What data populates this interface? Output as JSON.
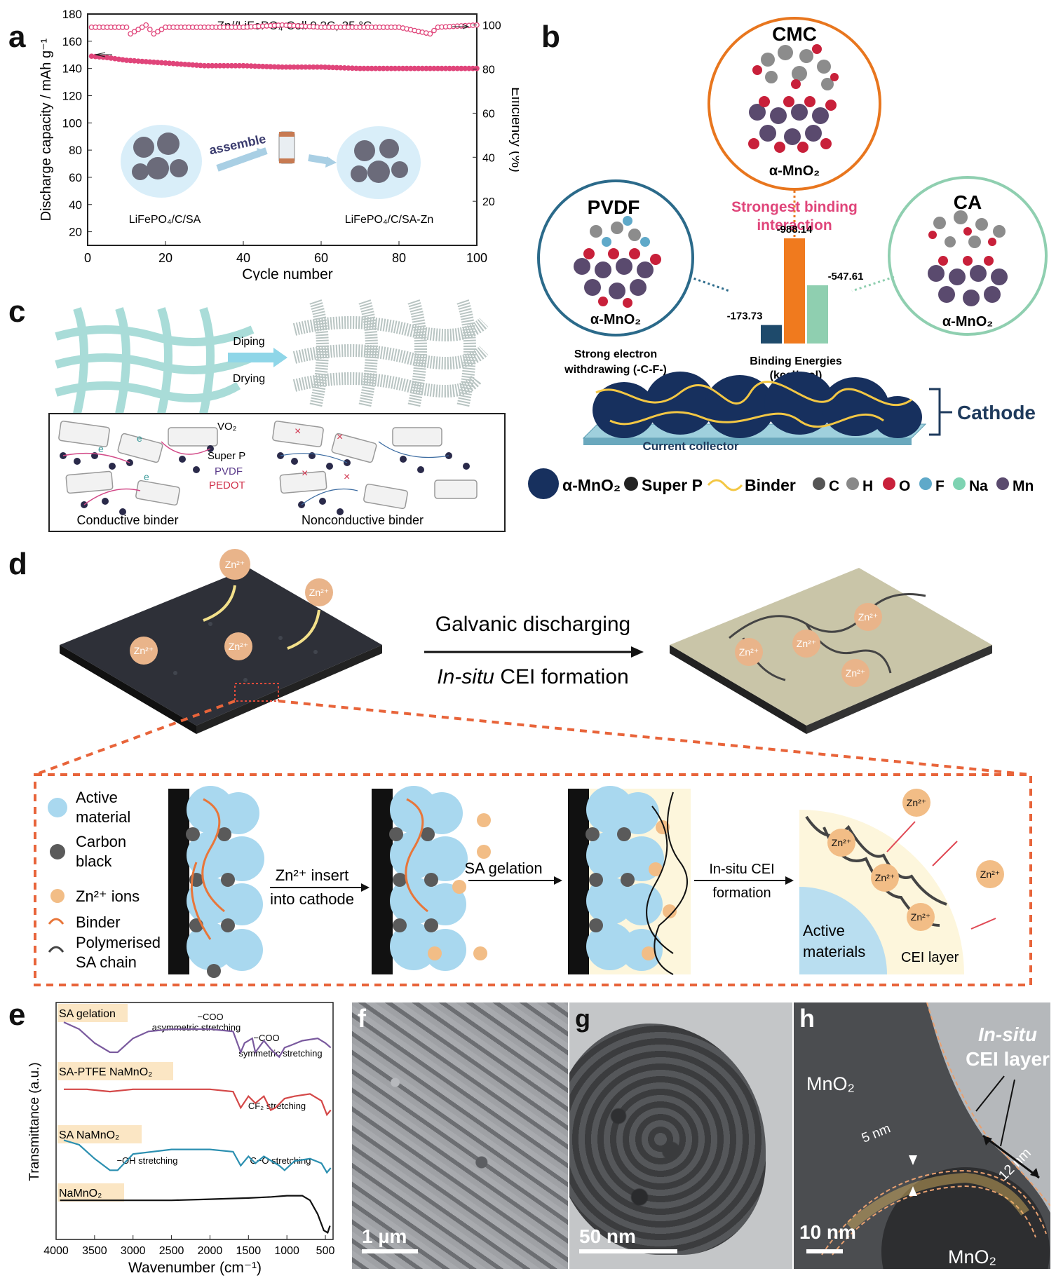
{
  "labels": {
    "a": "a",
    "b": "b",
    "c": "c",
    "d": "d",
    "e": "e",
    "f": "f",
    "g": "g",
    "h": "h"
  },
  "panel_a": {
    "title": "Zn//LiFePO₄ Cell 0.2C, 25 °C",
    "ylabel_left": "Discharge capacity / mAh g⁻¹",
    "ylabel_right": "Efficiency (%)",
    "xlabel": "Cycle number",
    "inset_left": "LiFePO₄/C/SA",
    "inset_right": "LiFePO₄/C/SA-Zn",
    "inset_arrow": "assemble"
  },
  "panel_b": {
    "cmc": "CMC",
    "pvdf": "PVDF",
    "ca": "CA",
    "mno2": "α-MnO₂",
    "binding_title": "Strongest binding interaction",
    "pvdf_note": "Strong electron withdrawing (-C-F-)",
    "binding_label": "Binding Energies (kcal/mol)",
    "cathode": "Cathode",
    "current_collector": "Current collector",
    "legend": [
      "α-MnO₂",
      "Super P",
      "Binder",
      "C",
      "H",
      "O",
      "F",
      "Na",
      "Mn"
    ]
  },
  "panel_c": {
    "step1": "Diping",
    "step2": "Drying",
    "vo2": "VO₂",
    "superp": "Super P",
    "pvdf": "PVDF",
    "pedot": "PEDOT",
    "left": "Conductive binder",
    "right": "Nonconductive binder"
  },
  "panel_d": {
    "arrow_top": "Galvanic discharging",
    "arrow_bottom_italic": "In-situ",
    "arrow_bottom": " CEI formation",
    "zn": "Zn²⁺",
    "legend": [
      "Active material",
      "Carbon black",
      "Zn²⁺ ions",
      "Binder",
      "Polymerised SA chain"
    ],
    "step1": "Zn²⁺ insert into cathode",
    "step2": "SA gelation",
    "step3": "In-situ CEI formation",
    "active": "Active materials",
    "cei": "CEI layer"
  },
  "panel_e": {
    "xlabel": "Wavenumber (cm⁻¹)",
    "ylabel": "Transmittance (a.u.)",
    "series_labels": [
      "SA gelation",
      "SA-PTFE NaMnO₂",
      "SA NaMnO₂",
      "NaMnO₂"
    ],
    "ann": [
      "−COO asymmetric stretching",
      "−COO symmetric stretching",
      "CF₂ stretching",
      "−OH stretching",
      "C−O stretching"
    ]
  },
  "panel_fgh": {
    "f_scale": "1 µm",
    "g_scale": "50 nm",
    "h_scale": "10 nm",
    "h_title_italic": "In-situ",
    "h_title": "CEI layer",
    "mno2": "MnO₂",
    "nm5": "5 nm",
    "nm12": "12 nm"
  },
  "chart_data": [
    {
      "type": "scatter",
      "title": "Zn//LiFePO₄ Cell 0.2C, 25 °C",
      "xlabel": "Cycle number",
      "ylabel": "Discharge capacity / mAh g⁻¹",
      "y2label": "Efficiency (%)",
      "xlim": [
        0,
        100
      ],
      "ylim": [
        10,
        180
      ],
      "y2lim": [
        0,
        105
      ],
      "xticks": [
        0,
        20,
        40,
        60,
        80,
        100
      ],
      "yticks": [
        20,
        40,
        60,
        80,
        100,
        120,
        140,
        160,
        180
      ],
      "y2ticks": [
        20,
        40,
        60,
        80,
        100
      ],
      "series": [
        {
          "axis": "left",
          "color": "#e0457a",
          "filled": true,
          "x": [
            1,
            5,
            10,
            15,
            20,
            25,
            30,
            40,
            50,
            60,
            70,
            80,
            90,
            100
          ],
          "y": [
            149,
            148,
            146,
            145,
            144,
            143,
            142,
            142,
            141,
            141,
            140,
            140,
            140,
            140
          ]
        },
        {
          "axis": "right",
          "color": "#e0457a",
          "filled": false,
          "x": [
            1,
            5,
            10,
            11,
            15,
            17,
            20,
            30,
            40,
            50,
            60,
            70,
            80,
            88,
            90,
            100
          ],
          "y": [
            99,
            99,
            99,
            96,
            100,
            96,
            99,
            99,
            99,
            100,
            99,
            99,
            99,
            96,
            99,
            100
          ]
        }
      ]
    },
    {
      "type": "bar",
      "categories": [
        "PVDF",
        "CMC",
        "CA"
      ],
      "values": [
        -173.73,
        -988.14,
        -547.61
      ],
      "colors": [
        "#1e4a6b",
        "#f07a1e",
        "#8fcfb0"
      ],
      "ylabel": "Binding Energies (kcal/mol)"
    },
    {
      "type": "line",
      "xlabel": "Wavenumber (cm⁻¹)",
      "ylabel": "Transmittance (a.u.)",
      "xlim": [
        4000,
        400
      ],
      "xticks": [
        4000,
        3500,
        3000,
        2500,
        2000,
        1500,
        1000,
        500
      ],
      "series": [
        {
          "name": "SA gelation",
          "color": "#7a5a9e",
          "x": [
            3900,
            3700,
            3500,
            3300,
            3200,
            3000,
            2800,
            2500,
            2000,
            1700,
            1600,
            1550,
            1450,
            1410,
            1300,
            1200,
            1100,
            1030,
            950,
            800,
            600,
            500,
            430
          ],
          "y": [
            0.93,
            0.9,
            0.84,
            0.8,
            0.8,
            0.86,
            0.89,
            0.9,
            0.9,
            0.89,
            0.8,
            0.84,
            0.86,
            0.8,
            0.85,
            0.81,
            0.78,
            0.82,
            0.83,
            0.85,
            0.86,
            0.84,
            0.82
          ]
        },
        {
          "name": "SA-PTFE NaMnO₂",
          "color": "#d44848",
          "x": [
            3900,
            3600,
            3300,
            3000,
            2500,
            2000,
            1700,
            1600,
            1500,
            1410,
            1300,
            1210,
            1150,
            1030,
            900,
            700,
            550,
            480,
            430
          ],
          "y": [
            0.64,
            0.64,
            0.63,
            0.64,
            0.64,
            0.64,
            0.63,
            0.56,
            0.61,
            0.58,
            0.61,
            0.55,
            0.56,
            0.6,
            0.61,
            0.62,
            0.59,
            0.53,
            0.55
          ]
        },
        {
          "name": "SA NaMnO₂",
          "color": "#2b8fb0",
          "x": [
            3900,
            3700,
            3500,
            3300,
            3200,
            3000,
            2500,
            2000,
            1700,
            1600,
            1500,
            1410,
            1300,
            1100,
            1030,
            900,
            700,
            550,
            480,
            430
          ],
          "y": [
            0.42,
            0.4,
            0.34,
            0.29,
            0.29,
            0.36,
            0.38,
            0.38,
            0.37,
            0.31,
            0.35,
            0.32,
            0.35,
            0.31,
            0.29,
            0.33,
            0.34,
            0.32,
            0.28,
            0.3
          ]
        },
        {
          "name": "NaMnO₂",
          "color": "#111111",
          "x": [
            3950,
            3500,
            3000,
            2500,
            2000,
            1500,
            1200,
            1000,
            900,
            800,
            700,
            600,
            520,
            470,
            440
          ],
          "y": [
            0.16,
            0.16,
            0.16,
            0.16,
            0.165,
            0.17,
            0.175,
            0.18,
            0.18,
            0.18,
            0.16,
            0.1,
            0.03,
            0.02,
            0.05
          ]
        }
      ]
    }
  ]
}
